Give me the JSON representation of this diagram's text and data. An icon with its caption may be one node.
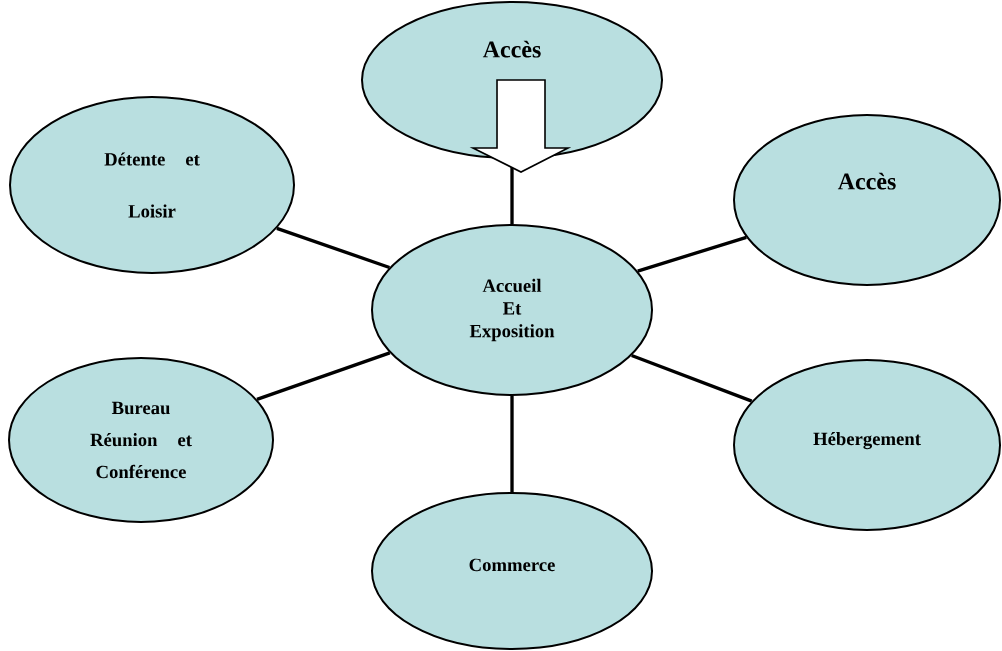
{
  "diagram": {
    "nodes": [
      {
        "text": [
          "Accès"
        ]
      },
      {
        "text": [
          "Détente et Loisir"
        ]
      },
      {
        "text": [
          "Accès"
        ]
      },
      {
        "text": [
          "Accueil Et Exposition"
        ]
      },
      {
        "text": [
          "Bureau Réunion et Conférence"
        ]
      },
      {
        "text": [
          "Hébergement"
        ]
      },
      {
        "text": [
          "Commerce"
        ]
      }
    ],
    "edges": [
      {
        "from": 3,
        "to": 0,
        "arrow": "none"
      },
      {
        "from": 3,
        "to": 1,
        "arrow": "none"
      },
      {
        "from": 3,
        "to": 2,
        "arrow": "none"
      },
      {
        "from": 3,
        "to": 4,
        "arrow": "none"
      },
      {
        "from": 3,
        "to": 5,
        "arrow": "none"
      },
      {
        "from": 3,
        "to": 6,
        "arrow": "none"
      }
    ]
  }
}
